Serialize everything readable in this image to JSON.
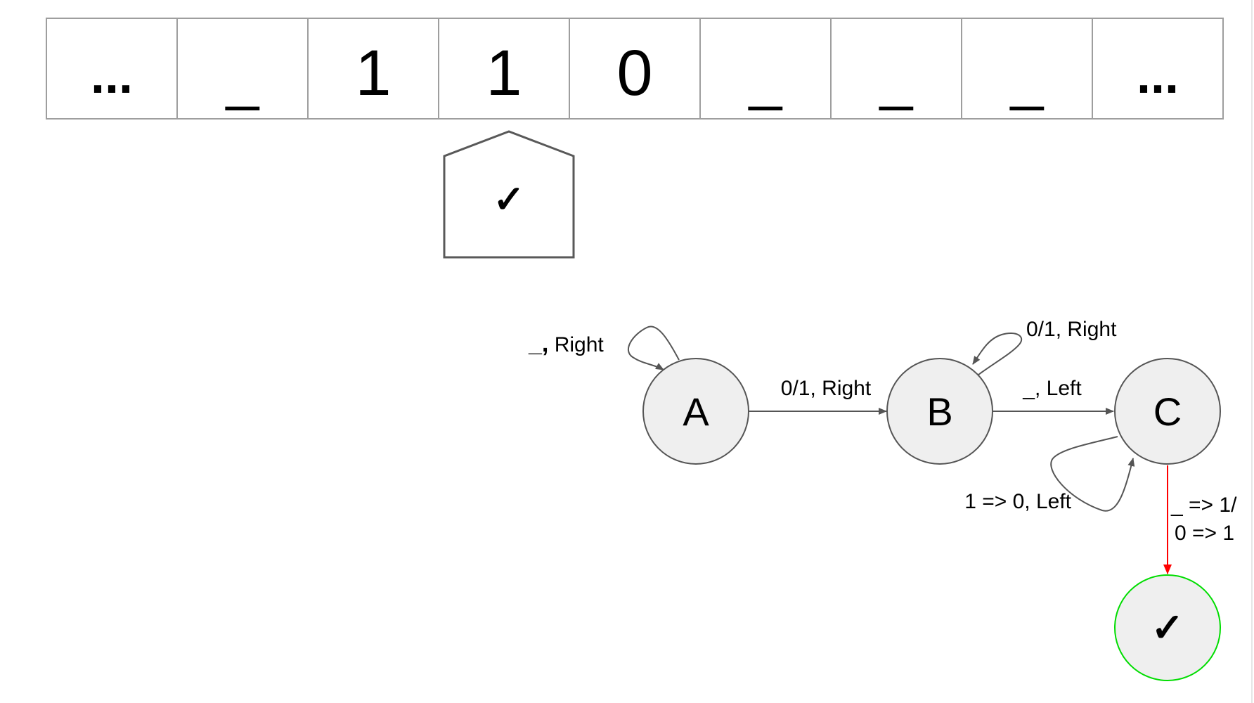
{
  "tape": {
    "cells": [
      "...",
      "_",
      "1",
      "1",
      "0",
      "_",
      "_",
      "_",
      "..."
    ],
    "head_index": 3,
    "head_color": "#ff0000"
  },
  "head": {
    "symbol": "✓"
  },
  "states": {
    "A": {
      "label": "A"
    },
    "B": {
      "label": "B"
    },
    "C": {
      "label": "C"
    },
    "accept": {
      "label": "✓",
      "border": "#00dd00"
    }
  },
  "transitions": {
    "a_loop": {
      "label_blank": "_,",
      "label_rest": " Right"
    },
    "a_to_b": {
      "label": "0/1, Right"
    },
    "b_loop": {
      "label": "0/1, Right"
    },
    "b_to_c": {
      "label": "_, Left"
    },
    "c_loop": {
      "label": "1 => 0, Left"
    },
    "c_to_accept": {
      "line1": "_ => 1/",
      "line2": "0 => 1",
      "color": "#ff0000"
    }
  },
  "colors": {
    "state_fill": "#efefef",
    "state_border": "#555555",
    "tape_border": "#9e9e9e"
  }
}
